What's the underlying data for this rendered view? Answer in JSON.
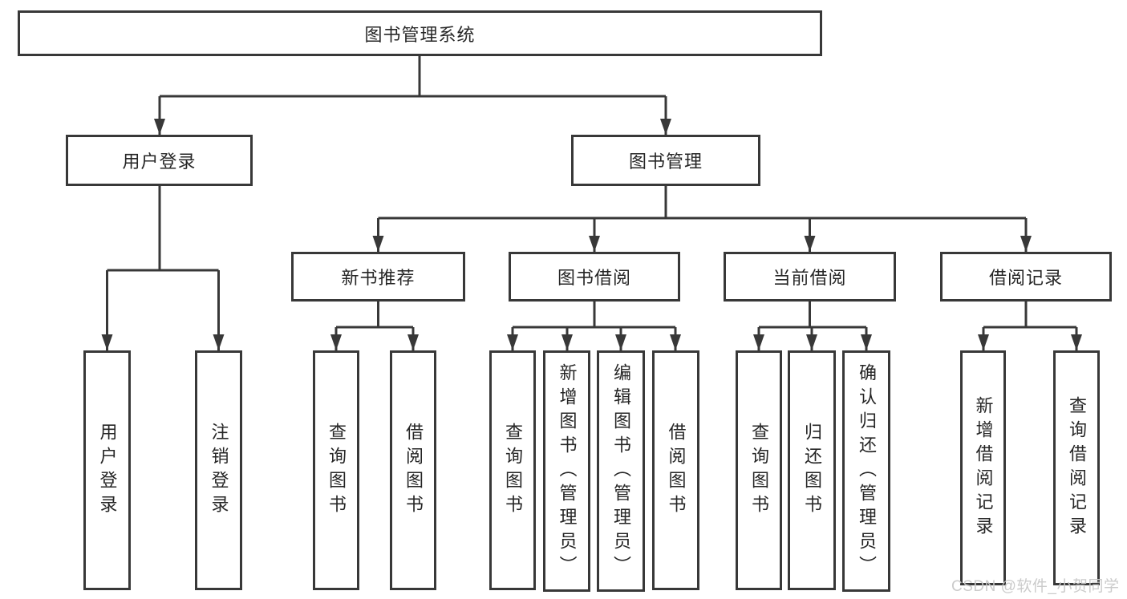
{
  "diagram": {
    "title": "图书管理系统",
    "branches": [
      {
        "label": "用户登录",
        "children": [
          "用户登录",
          "注销登录"
        ]
      },
      {
        "label": "图书管理",
        "sections": [
          {
            "label": "新书推荐",
            "children": [
              "查询图书",
              "借阅图书"
            ]
          },
          {
            "label": "图书借阅",
            "children": [
              "查询图书",
              "新增图书（管理员）",
              "编辑图书（管理员）",
              "借阅图书"
            ]
          },
          {
            "label": "当前借阅",
            "children": [
              "查询图书",
              "归还图书",
              "确认归还（管理员）"
            ]
          },
          {
            "label": "借阅记录",
            "children": [
              "新增借阅记录",
              "查询借阅记录"
            ]
          }
        ]
      }
    ]
  },
  "watermark": "CSDN @软件_小贺同学",
  "colors": {
    "line": "#383838",
    "text": "#262626",
    "box_fill": "#ffffff",
    "watermark": "#c8c8c8",
    "background": "#ffffff"
  }
}
